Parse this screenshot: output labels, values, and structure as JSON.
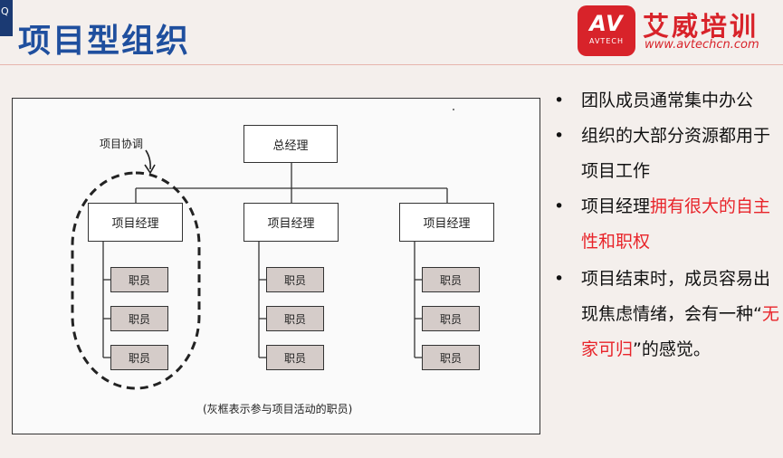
{
  "slide": {
    "title": "项目型组织",
    "tab_glyph": "Q"
  },
  "logo": {
    "badge_text": "AV",
    "badge_sub": "AVTECH",
    "name": "艾威培训",
    "url": "www.avtechcn.com",
    "color": "#d8232a"
  },
  "diagram": {
    "top_box": "总经理",
    "coordination_label": "项目协调",
    "caption": "(灰框表示参与项目活动的职员)",
    "columns": [
      {
        "manager": "项目经理",
        "staff": [
          "职员",
          "职员",
          "职员"
        ]
      },
      {
        "manager": "项目经理",
        "staff": [
          "职员",
          "职员",
          "职员"
        ]
      },
      {
        "manager": "项目经理",
        "staff": [
          "职员",
          "职员",
          "职员"
        ]
      }
    ]
  },
  "bullets": {
    "marker": "•",
    "b1": "团队成员通常集中办公",
    "b2": "组织的大部分资源都用于项目工作",
    "b3_plain": "项目经理",
    "b3_red": "拥有很大的自主性和职权",
    "b4_pre": "项目结束时，成员容易出现焦虑情绪，会有一种“",
    "b4_red": "无家可归",
    "b4_post": "”的感觉。",
    "accent_color": "#e8242a"
  }
}
